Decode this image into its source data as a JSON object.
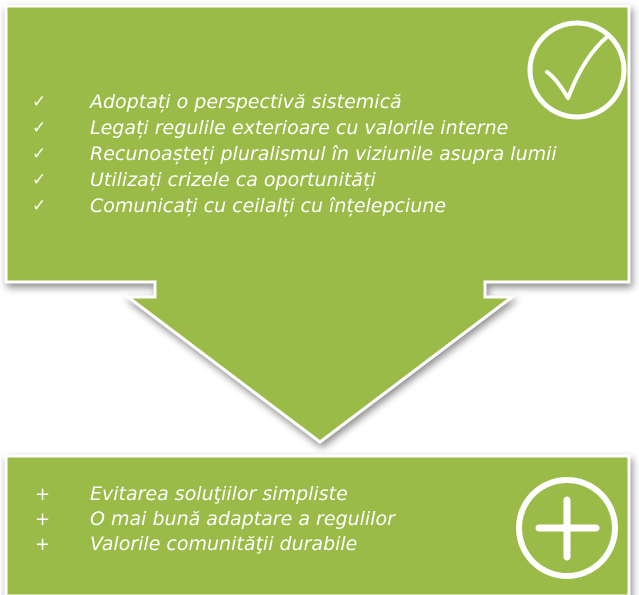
{
  "colors": {
    "box_fill": "#9bbb4a",
    "box_border": "#ffffff",
    "text": "#ffffff",
    "shadow": "#8a8a8a"
  },
  "top_box": {
    "icon": "checkmark-circle-icon",
    "bullet_symbol": "✓",
    "items": [
      "Adoptați o perspectivă sistemică",
      "Legați regulile exterioare cu valorile interne",
      "Recunoașteți pluralismul în viziunile asupra lumii",
      "Utilizați crizele ca oportunități",
      "Comunicați cu ceilalți cu înțelepciune"
    ]
  },
  "bottom_box": {
    "icon": "plus-circle-icon",
    "bullet_symbol": "+",
    "items": [
      "Evitarea soluţiilor simpliste",
      "O mai bună adaptare a regulilor",
      "Valorile comunităţii durabile"
    ]
  }
}
